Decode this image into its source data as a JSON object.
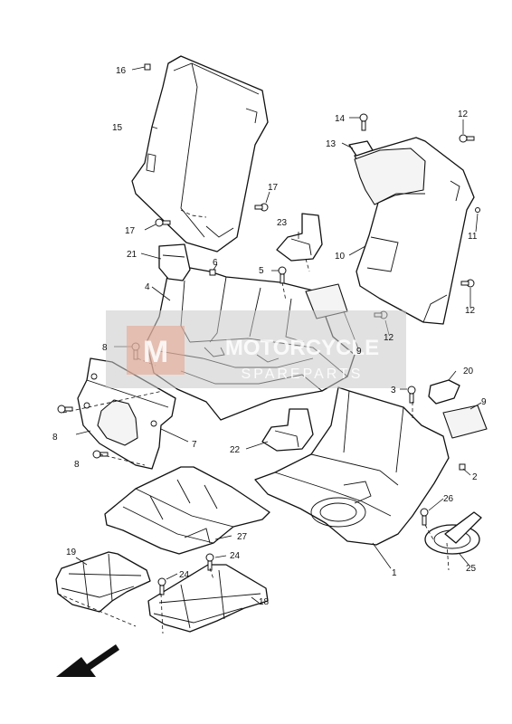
{
  "diagram": {
    "callouts": {
      "c1": "1",
      "c2": "2",
      "c3": "3",
      "c4": "4",
      "c5": "5",
      "c6": "6",
      "c7": "7",
      "c8a": "8",
      "c8b": "8",
      "c8c": "8",
      "c9a": "9",
      "c9b": "9",
      "c10": "10",
      "c11": "11",
      "c12a": "12",
      "c12b": "12",
      "c12c": "12",
      "c13": "13",
      "c14": "14",
      "c15": "15",
      "c16": "16",
      "c17a": "17",
      "c17b": "17",
      "c18": "18",
      "c19": "19",
      "c20": "20",
      "c21": "21",
      "c22": "22",
      "c23": "23",
      "c24a": "24",
      "c24b": "24",
      "c25": "25",
      "c26": "26",
      "c27": "27"
    },
    "watermark": {
      "title": "MOTORCYCLE",
      "subtitle": "SPAREPARTS",
      "logo_text": "M"
    },
    "direction_arrow": "arrow-lower-left-icon"
  }
}
